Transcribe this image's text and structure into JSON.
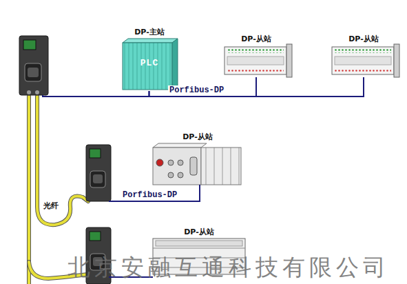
{
  "diagram": {
    "nodes": [
      {
        "text": [
          "DP-主站",
          "PLC"
        ]
      },
      {
        "text": [
          "DP-从站"
        ]
      },
      {
        "text": [
          "DP-从站"
        ]
      },
      {
        "text": [
          "DP-从站"
        ]
      },
      {
        "text": [
          "DP-从站"
        ]
      }
    ],
    "edges": [
      {
        "from": 0,
        "to": 1,
        "arrow": "none"
      },
      {
        "from": 0,
        "to": 2,
        "arrow": "none"
      }
    ],
    "labels": [
      "Porfibus-DP",
      "Porfibus-DP",
      "光纤",
      "北京安融互通科技有限公司"
    ]
  }
}
